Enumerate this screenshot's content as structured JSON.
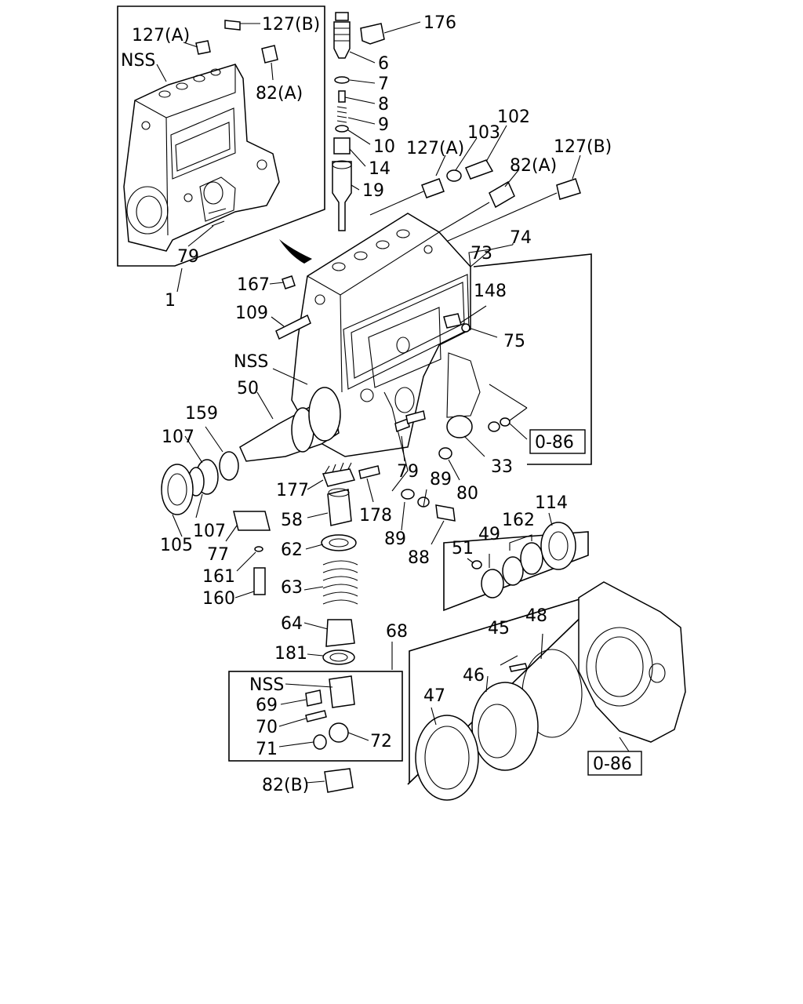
{
  "labels": {
    "l176": "176",
    "l6": "6",
    "l7": "7",
    "l8": "8",
    "l9": "9",
    "l10": "10",
    "l14": "14",
    "l19": "19",
    "l127a_inset": "127(A)",
    "l127b_inset": "127(B)",
    "lnss_inset": "NSS",
    "l82a_inset": "82(A)",
    "l79_inset": "79",
    "l1": "1",
    "l127a": "127(A)",
    "l103": "103",
    "l102": "102",
    "l82a": "82(A)",
    "l127b": "127(B)",
    "l74": "74",
    "l73": "73",
    "l148": "148",
    "l75": "75",
    "l167": "167",
    "l109": "109",
    "lnss_main": "NSS",
    "l50": "50",
    "l159": "159",
    "l107a": "107",
    "l105": "105",
    "l107b": "107",
    "l177": "177",
    "l178": "178",
    "l58": "58",
    "l77": "77",
    "l62": "62",
    "l161": "161",
    "l160": "160",
    "l63": "63",
    "l64": "64",
    "l181": "181",
    "l68": "68",
    "lnss_box": "NSS",
    "l69": "69",
    "l70": "70",
    "l71": "71",
    "l72": "72",
    "l82b": "82(B)",
    "l79_main": "79",
    "l80": "80",
    "l33": "33",
    "l0_86a": "0-86",
    "l89a": "89",
    "l89b": "89",
    "l88": "88",
    "l51": "51",
    "l49": "49",
    "l162": "162",
    "l114": "114",
    "l45": "45",
    "l48": "48",
    "l46": "46",
    "l47": "47",
    "l0_86b": "0-86"
  }
}
